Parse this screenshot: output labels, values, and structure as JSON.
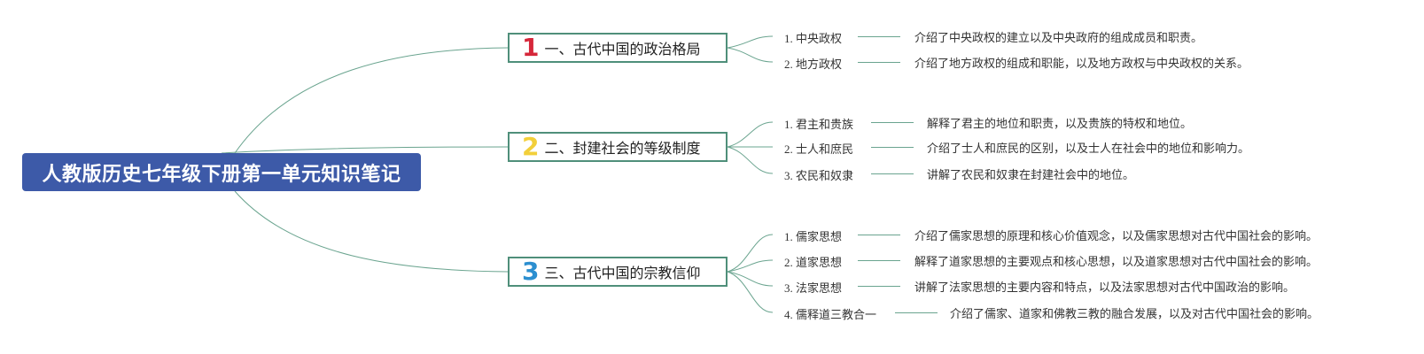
{
  "root": {
    "title": "人教版历史七年级下册第一单元知识笔记"
  },
  "colors": {
    "root_bg": "#3d5aa8",
    "branch_border": "#4f8f7a",
    "connector": "#6aa48f",
    "num_1": "#d6273a",
    "num_2": "#f2cf3a",
    "num_3": "#2c8fd0"
  },
  "branches": [
    {
      "num": "1",
      "title": "一、古代中国的政治格局",
      "children": [
        {
          "title": "1. 中央政权",
          "desc": "介绍了中央政权的建立以及中央政府的组成成员和职责。"
        },
        {
          "title": "2. 地方政权",
          "desc": "介绍了地方政权的组成和职能，以及地方政权与中央政权的关系。"
        }
      ]
    },
    {
      "num": "2",
      "title": "二、封建社会的等级制度",
      "children": [
        {
          "title": "1. 君主和贵族",
          "desc": "解释了君主的地位和职责，以及贵族的特权和地位。"
        },
        {
          "title": "2. 士人和庶民",
          "desc": "介绍了士人和庶民的区别，以及士人在社会中的地位和影响力。"
        },
        {
          "title": "3. 农民和奴隶",
          "desc": "讲解了农民和奴隶在封建社会中的地位。"
        }
      ]
    },
    {
      "num": "3",
      "title": "三、古代中国的宗教信仰",
      "children": [
        {
          "title": "1. 儒家思想",
          "desc": "介绍了儒家思想的原理和核心价值观念，以及儒家思想对古代中国社会的影响。"
        },
        {
          "title": "2. 道家思想",
          "desc": "解释了道家思想的主要观点和核心思想，以及道家思想对古代中国社会的影响。"
        },
        {
          "title": "3. 法家思想",
          "desc": "讲解了法家思想的主要内容和特点，以及法家思想对古代中国政治的影响。"
        },
        {
          "title": "4. 儒释道三教合一",
          "desc": "介绍了儒家、道家和佛教三教的融合发展，以及对古代中国社会的影响。"
        }
      ]
    }
  ]
}
